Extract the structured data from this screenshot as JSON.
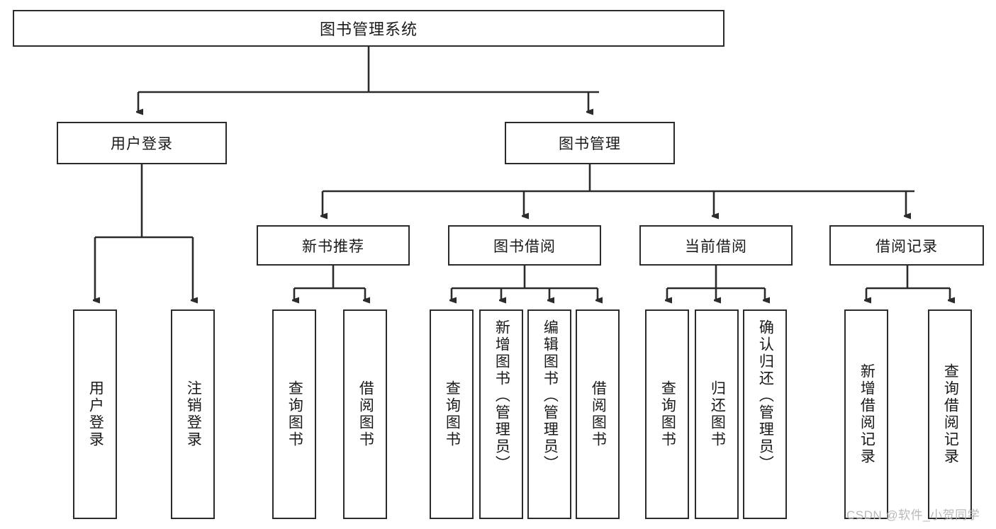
{
  "diagram": {
    "type": "tree",
    "title_node": {
      "label": "图书管理系统"
    },
    "level1": [
      {
        "id": "user-login",
        "label": "用户登录"
      },
      {
        "id": "book-management",
        "label": "图书管理"
      }
    ],
    "level2": [
      {
        "id": "new-book-recommend",
        "label": "新书推荐"
      },
      {
        "id": "book-borrow",
        "label": "图书借阅"
      },
      {
        "id": "current-borrow",
        "label": "当前借阅"
      },
      {
        "id": "borrow-record",
        "label": "借阅记录"
      }
    ],
    "leaves": {
      "user_login": [
        {
          "id": "leaf-user-login",
          "label": "用户登录"
        },
        {
          "id": "leaf-logout-login",
          "label": "注销登录"
        }
      ],
      "new_book_recommend": [
        {
          "id": "leaf-query-book-1",
          "label": "查询图书"
        },
        {
          "id": "leaf-borrow-book-1",
          "label": "借阅图书"
        }
      ],
      "book_borrow": [
        {
          "id": "leaf-query-book-2",
          "label": "查询图书"
        },
        {
          "id": "leaf-add-book",
          "label": "新增图书（管理员）"
        },
        {
          "id": "leaf-edit-book",
          "label": "编辑图书（管理员）"
        },
        {
          "id": "leaf-borrow-book-2",
          "label": "借阅图书"
        }
      ],
      "current_borrow": [
        {
          "id": "leaf-query-book-3",
          "label": "查询图书"
        },
        {
          "id": "leaf-return-book",
          "label": "归还图书"
        },
        {
          "id": "leaf-confirm-return",
          "label": "确认归还（管理员）"
        }
      ],
      "borrow_record": [
        {
          "id": "leaf-add-record",
          "label": "新增借阅记录"
        },
        {
          "id": "leaf-query-record",
          "label": "查询借阅记录"
        }
      ]
    }
  },
  "watermark": {
    "text": "CSDN @软件_小贺同学"
  },
  "colors": {
    "border": "#2b2b2b",
    "background": "#ffffff",
    "text": "#1a1a1a",
    "watermark": "#b9b9b9"
  }
}
